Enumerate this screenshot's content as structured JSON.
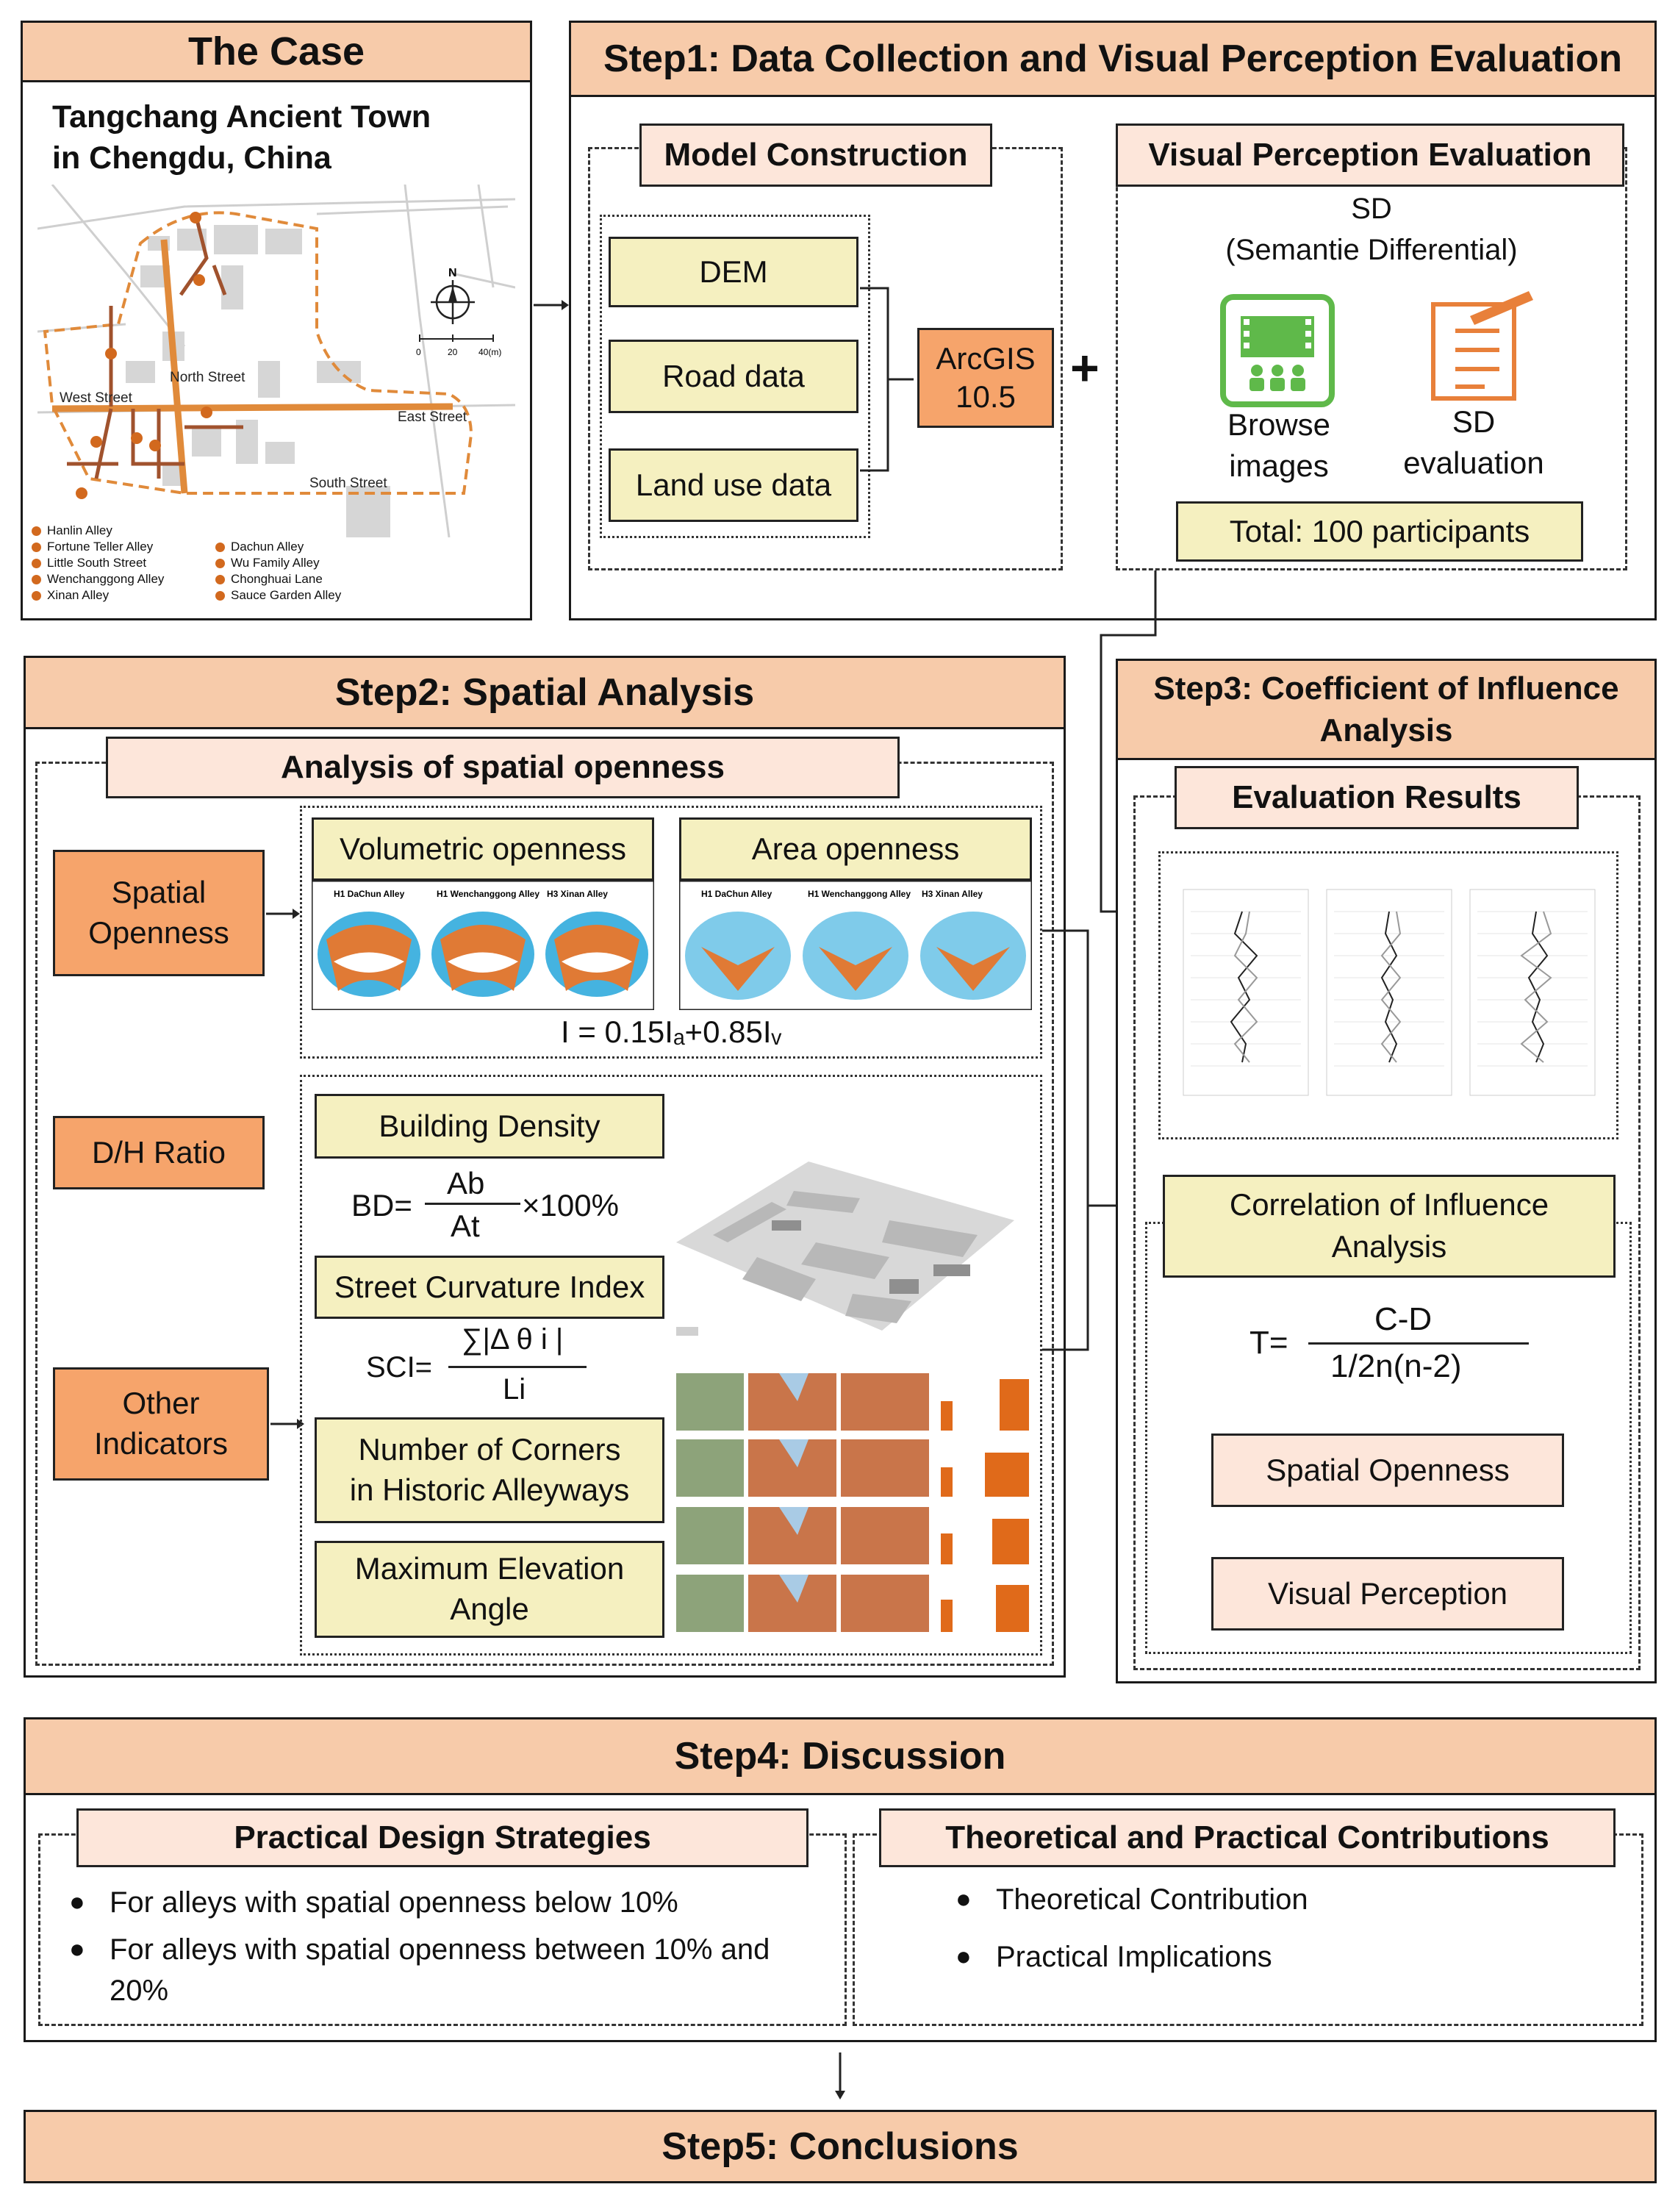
{
  "case": {
    "header": "The Case",
    "title_line1": "Tangchang Ancient Town",
    "title_line2": "in Chengdu, China",
    "map_labels": {
      "north": "North Street",
      "west": "West Street",
      "east": "East Street",
      "south": "South Street",
      "compass": "N",
      "scale_0": "0",
      "scale_20": "20",
      "scale_40": "40(m)"
    },
    "legend_left": [
      "Hanlin Alley",
      "Fortune Teller Alley",
      "Little South Street",
      "Wenchanggong Alley",
      "Xinan Alley"
    ],
    "legend_right": [
      "Dachun Alley",
      "Wu Family Alley",
      "Chonghuai Lane",
      "Sauce Garden Alley"
    ]
  },
  "step1": {
    "header": "Step1: Data Collection and Visual Perception Evaluation",
    "model_construction": "Model Construction",
    "inputs": [
      "DEM",
      "Road data",
      "Land use data"
    ],
    "arcgis_line1": "ArcGIS",
    "arcgis_line2": "10.5",
    "plus": "+",
    "vpe_title": "Visual Perception Evaluation",
    "sd_line1": "SD",
    "sd_line2": "(Semantie Differential)",
    "browse_line1": "Browse",
    "browse_line2": "images",
    "sdeval_line1": "SD",
    "sdeval_line2": "evaluation",
    "total": "Total: 100 participants"
  },
  "step2": {
    "header": "Step2: Spatial Analysis",
    "analysis_title": "Analysis of spatial openness",
    "spatial_openness_line1": "Spatial",
    "spatial_openness_line2": "Openness",
    "dh_ratio": "D/H Ratio",
    "other_line1": "Other",
    "other_line2": "Indicators",
    "volumetric": "Volumetric openness",
    "area": "Area openness",
    "thumb_labels_vol": [
      "H1 DaChun Alley",
      "H1 Wenchanggong Alley",
      "H3 Xinan Alley"
    ],
    "thumb_labels_area": [
      "H1 DaChun Alley",
      "H1 Wenchanggong Alley",
      "H3 Xinan Alley"
    ],
    "openness_formula": "I = 0.15Iₐ+0.85Iᵥ",
    "building_density": "Building Density",
    "bd_prefix": "BD=",
    "bd_num": "Ab",
    "bd_den": "At",
    "bd_suffix": "×100%",
    "sci_title": "Street Curvature Index",
    "sci_prefix": "SCI=",
    "sci_num": "∑|Δ θ i |",
    "sci_den": "Li",
    "corners_line1": "Number of Corners",
    "corners_line2": "in Historic Alleyways",
    "elev_line1": "Maximum Elevation",
    "elev_line2": "Angle"
  },
  "step3": {
    "header_line1": "Step3: Coefficient of Influence",
    "header_line2": "Analysis",
    "evaluation_results": "Evaluation Results",
    "correlation_line1": "Correlation of Influence",
    "correlation_line2": "Analysis",
    "t_prefix": "T=",
    "t_num": "C-D",
    "t_den": "1/2n(n-2)",
    "spatial_openness": "Spatial Openness",
    "visual_perception": "Visual Perception"
  },
  "step4": {
    "header": "Step4: Discussion",
    "strategies_title": "Practical Design Strategies",
    "strategies": [
      "For alleys with spatial openness below 10%",
      "For alleys with spatial openness between 10% and 20%"
    ],
    "contrib_title": "Theoretical and Practical Contributions",
    "contributions": [
      "Theoretical Contribution",
      "Practical Implications"
    ]
  },
  "step5": {
    "header": "Step5: Conclusions"
  },
  "colors": {
    "header": "#f7cbaa",
    "pink": "#fde6da",
    "yellow": "#f5f0c0",
    "orange": "#f6a46b",
    "map_route": "#e08a3a",
    "map_alley": "#a0522d",
    "green_icon": "#5fb94a",
    "blue": "#45b3e0"
  },
  "icons": [
    "browse-images-icon",
    "sd-evaluation-icon",
    "north-arrow-icon"
  ]
}
